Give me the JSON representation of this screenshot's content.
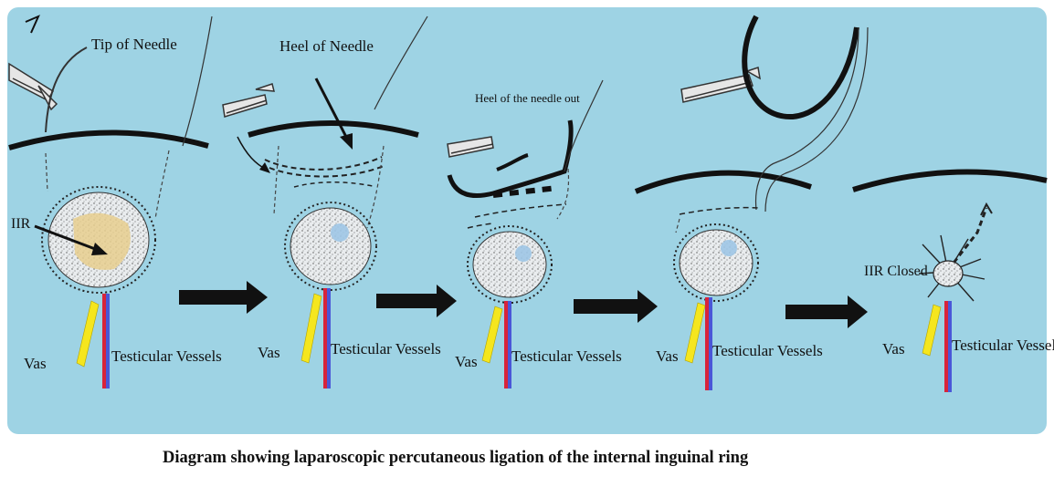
{
  "colors": {
    "background": "#9ed3e4",
    "vas": "#f5e61e",
    "vessel_red": "#d8243a",
    "vessel_blue": "#4a56d8",
    "ring_fill": "#e9ecee",
    "ring_highlight_1": "#e7cf8e",
    "ring_highlight_2": "#9fc7e6",
    "ink": "#111111"
  },
  "labels": {
    "tip_of_needle": "Tip of Needle",
    "heel_of_needle": "Heel of Needle",
    "heel_out": "Heel of the needle out",
    "iir": "IIR",
    "iir_closed": "IIR Closed",
    "vas": "Vas",
    "testicular_vessels": "Testicular Vessels"
  },
  "caption": "Diagram showing laparoscopic percutaneous ligation of the internal inguinal ring"
}
